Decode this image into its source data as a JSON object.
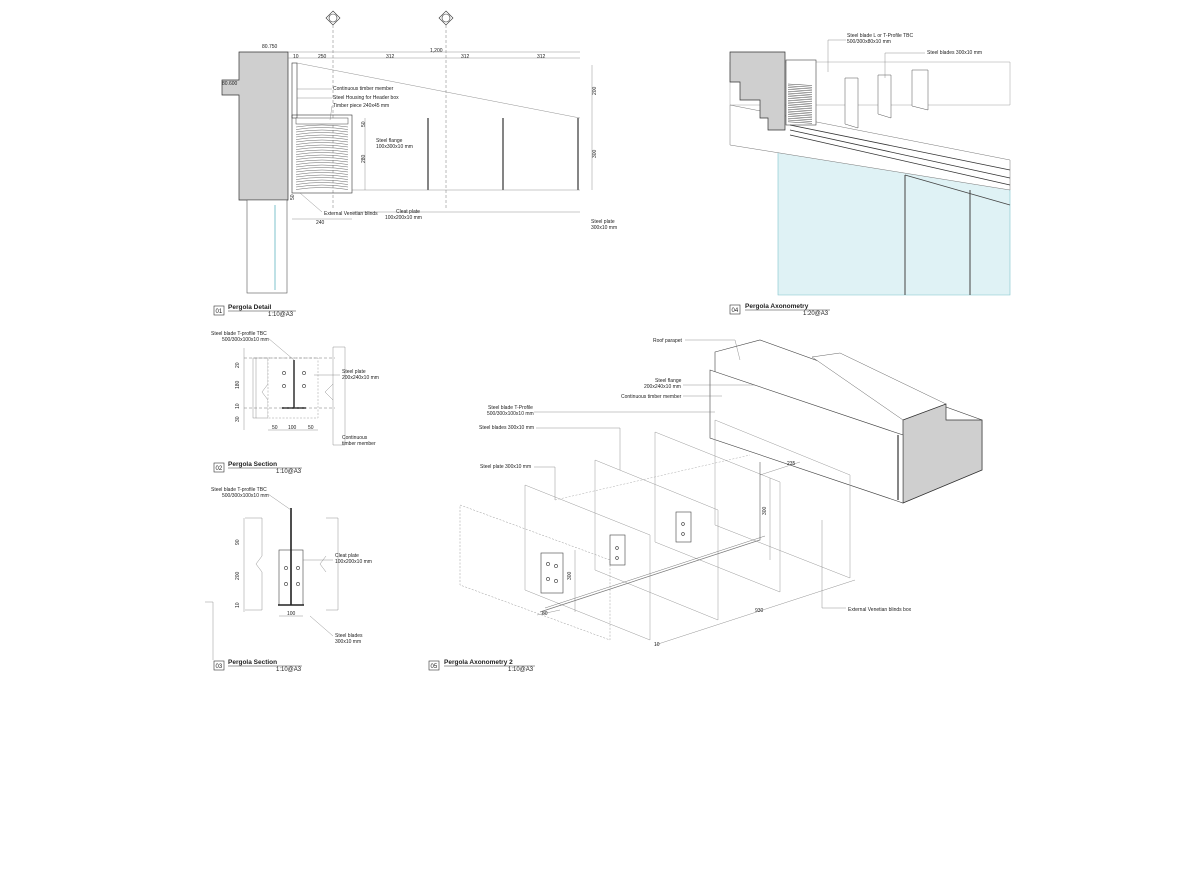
{
  "views": {
    "v01": {
      "number": "01",
      "title": "Pergola Detail",
      "scale": "1:10@A3"
    },
    "v02": {
      "number": "02",
      "title": "Pergola Section",
      "scale": "1:10@A3"
    },
    "v03": {
      "number": "03",
      "title": "Pergola Section",
      "scale": "1:10@A3"
    },
    "v04": {
      "number": "04",
      "title": "Pergola Axonometry",
      "scale": "1:20@A3"
    },
    "v05": {
      "number": "05",
      "title": "Pergola Axonometry 2",
      "scale": "1:10@A3"
    }
  },
  "detail01": {
    "level_top": "80.750",
    "level_side": "80.600",
    "dims_top": [
      "10",
      "250",
      "312",
      "312",
      "312"
    ],
    "dim_overall": "1,200",
    "dim_right_top": "200",
    "dim_right": "300",
    "dim_50": "50",
    "dim_280": "280",
    "dim_50b": "50",
    "dim_240": "240",
    "labels": {
      "continuous_timber": "Continuous timber member",
      "steel_housing": "Steel Housing for Header box",
      "timber_piece": "Timber piece 240x45 mm",
      "steel_flange_1": "Steel flange",
      "steel_flange_2": "100x300x10 mm",
      "ext_blinds": "External Venetian blinds",
      "cleat_1": "Cleat plate",
      "cleat_2": "100x200x10 mm",
      "steel_plate_1": "Steel plate",
      "steel_plate_2": "300x10 mm"
    }
  },
  "section02": {
    "blade_1": "Steel blade T-profile TBC",
    "blade_2": "500/300x100x10 mm",
    "plate_1": "Steel plate",
    "plate_2": "200x240x10 mm",
    "timber_1": "Continuous",
    "timber_2": "timber member",
    "dims_v": [
      "20",
      "180",
      "10",
      "30"
    ],
    "dims_h": [
      "50",
      "100",
      "50"
    ]
  },
  "section03": {
    "blade_1": "Steel blade T-profile TBC",
    "blade_2": "500/300x100x10 mm",
    "cleat_1": "Cleat plate",
    "cleat_2": "100x200x10 mm",
    "blades_1": "Steel blades",
    "blades_2": "300x10 mm",
    "dims_v": [
      "90",
      "200",
      "10"
    ],
    "dim_h": "100"
  },
  "axo04": {
    "blade_1": "Steel blade L or T-Profile TBC",
    "blade_2": "500/300x80x10 mm",
    "blades": "Steel blades 300x10 mm"
  },
  "axo05": {
    "roof_parapet": "Roof parapet",
    "flange_1": "Steel flange",
    "flange_2": "200x240x10 mm",
    "continuous": "Continuous timber member",
    "blade_1": "Steel blade T-Profile",
    "blade_2": "500/300x100x10 mm",
    "blades": "Steel blades 300x10 mm",
    "plate": "Steel plate 300x10 mm",
    "box": "External Venetian blinds box",
    "dim_235": "235",
    "dim_300a": "300",
    "dim_300b": "300",
    "dim_80": "80",
    "dim_930": "930",
    "dim_10": "10"
  },
  "colors": {
    "line": "#333333",
    "concrete": "#cfcfcf",
    "glass": "#dff2f5",
    "glass_edge": "#7fc3cc"
  }
}
